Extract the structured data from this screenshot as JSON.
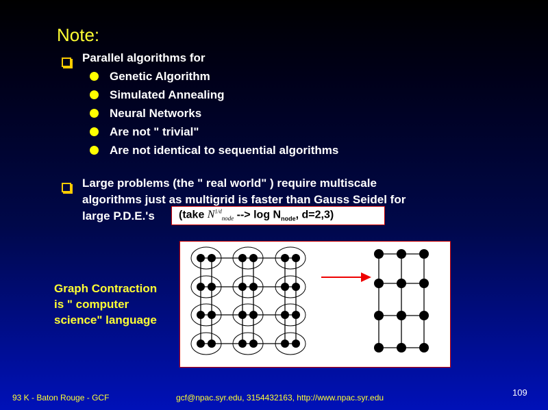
{
  "title": "Note:",
  "bullet1": {
    "text": "Parallel algorithms for",
    "subitems": [
      "Genetic Algorithm",
      "Simulated Annealing",
      "Neural Networks",
      "Are not \" trivial\"",
      "Are not identical to sequential algorithms"
    ]
  },
  "bullet2": {
    "lines": [
      "Large problems (the \" real world\" ) require multiscale",
      "algorithms just as multigrid is faster than Gauss Seidel for",
      "large P.D.E.'s"
    ]
  },
  "take_box": {
    "prefix": "(take ",
    "symbol": "N",
    "symbol_sub": "node",
    "symbol_sup": "1/d",
    "arrow_text": " --> log N",
    "log_sub": "node",
    "suffix": ", d=2,3)"
  },
  "graph_label": [
    "Graph Contraction",
    "is \" computer",
    "science\" language"
  ],
  "footer": {
    "left": "93 K - Baton Rouge - GCF",
    "center": "gcf@npac.syr.edu, 3154432163, http://www.npac.syr.edu",
    "page": "109"
  },
  "colors": {
    "title": "#ffff33",
    "bullet_square": "#ffcc00",
    "dot": "#ffff00",
    "arrow": "#ee0000"
  }
}
